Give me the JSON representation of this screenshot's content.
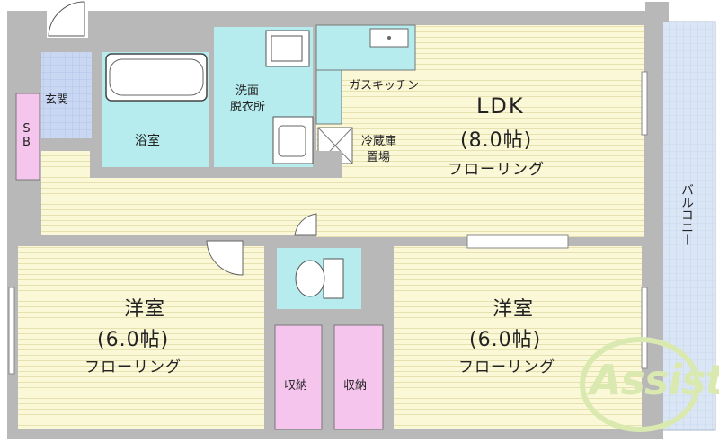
{
  "rooms": {
    "genkan": "玄関",
    "sb": "SB",
    "bath": "浴室",
    "washroom_line1": "洗面",
    "washroom_line2": "脱衣所",
    "kitchen": "ガスキッチン",
    "fridge_line1": "冷蔵庫",
    "fridge_line2": "置場",
    "ldk_name": "LDK",
    "ldk_size": "(8.0帖)",
    "ldk_floor": "フローリング",
    "room1_name": "洋室",
    "room1_size": "(6.0帖)",
    "room1_floor": "フローリング",
    "room2_name": "洋室",
    "room2_size": "(6.0帖)",
    "room2_floor": "フローリング",
    "storage1": "収納",
    "storage2": "収納",
    "balcony": "バルコニー"
  },
  "logo": {
    "text": "Assist"
  },
  "colors": {
    "wall": "#b8b8b8",
    "floor": "#fbf8d8",
    "wet": "#b6ecee",
    "tile": "#c9d7f2",
    "storage": "#f6c5ee",
    "balcony": "#dae6f5"
  }
}
